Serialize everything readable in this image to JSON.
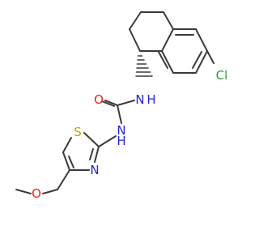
{
  "molecule": {
    "atoms": {
      "cl": {
        "label": "Cl",
        "color": "#2ca02c"
      },
      "o_carbonyl": {
        "label": "O",
        "color": "#e8231a"
      },
      "nh_upper": {
        "label": "N",
        "sub": "H",
        "color": "#2323d6"
      },
      "nh_lower": {
        "label": "N",
        "sub": "H",
        "color": "#2323d6"
      },
      "s_ring": {
        "label": "S",
        "color": "#c9a500"
      },
      "n_ring": {
        "label": "N",
        "color": "#2323d6"
      },
      "o_ether": {
        "label": "O",
        "color": "#e8231a"
      }
    },
    "bond_color": "#3a3a3a"
  }
}
